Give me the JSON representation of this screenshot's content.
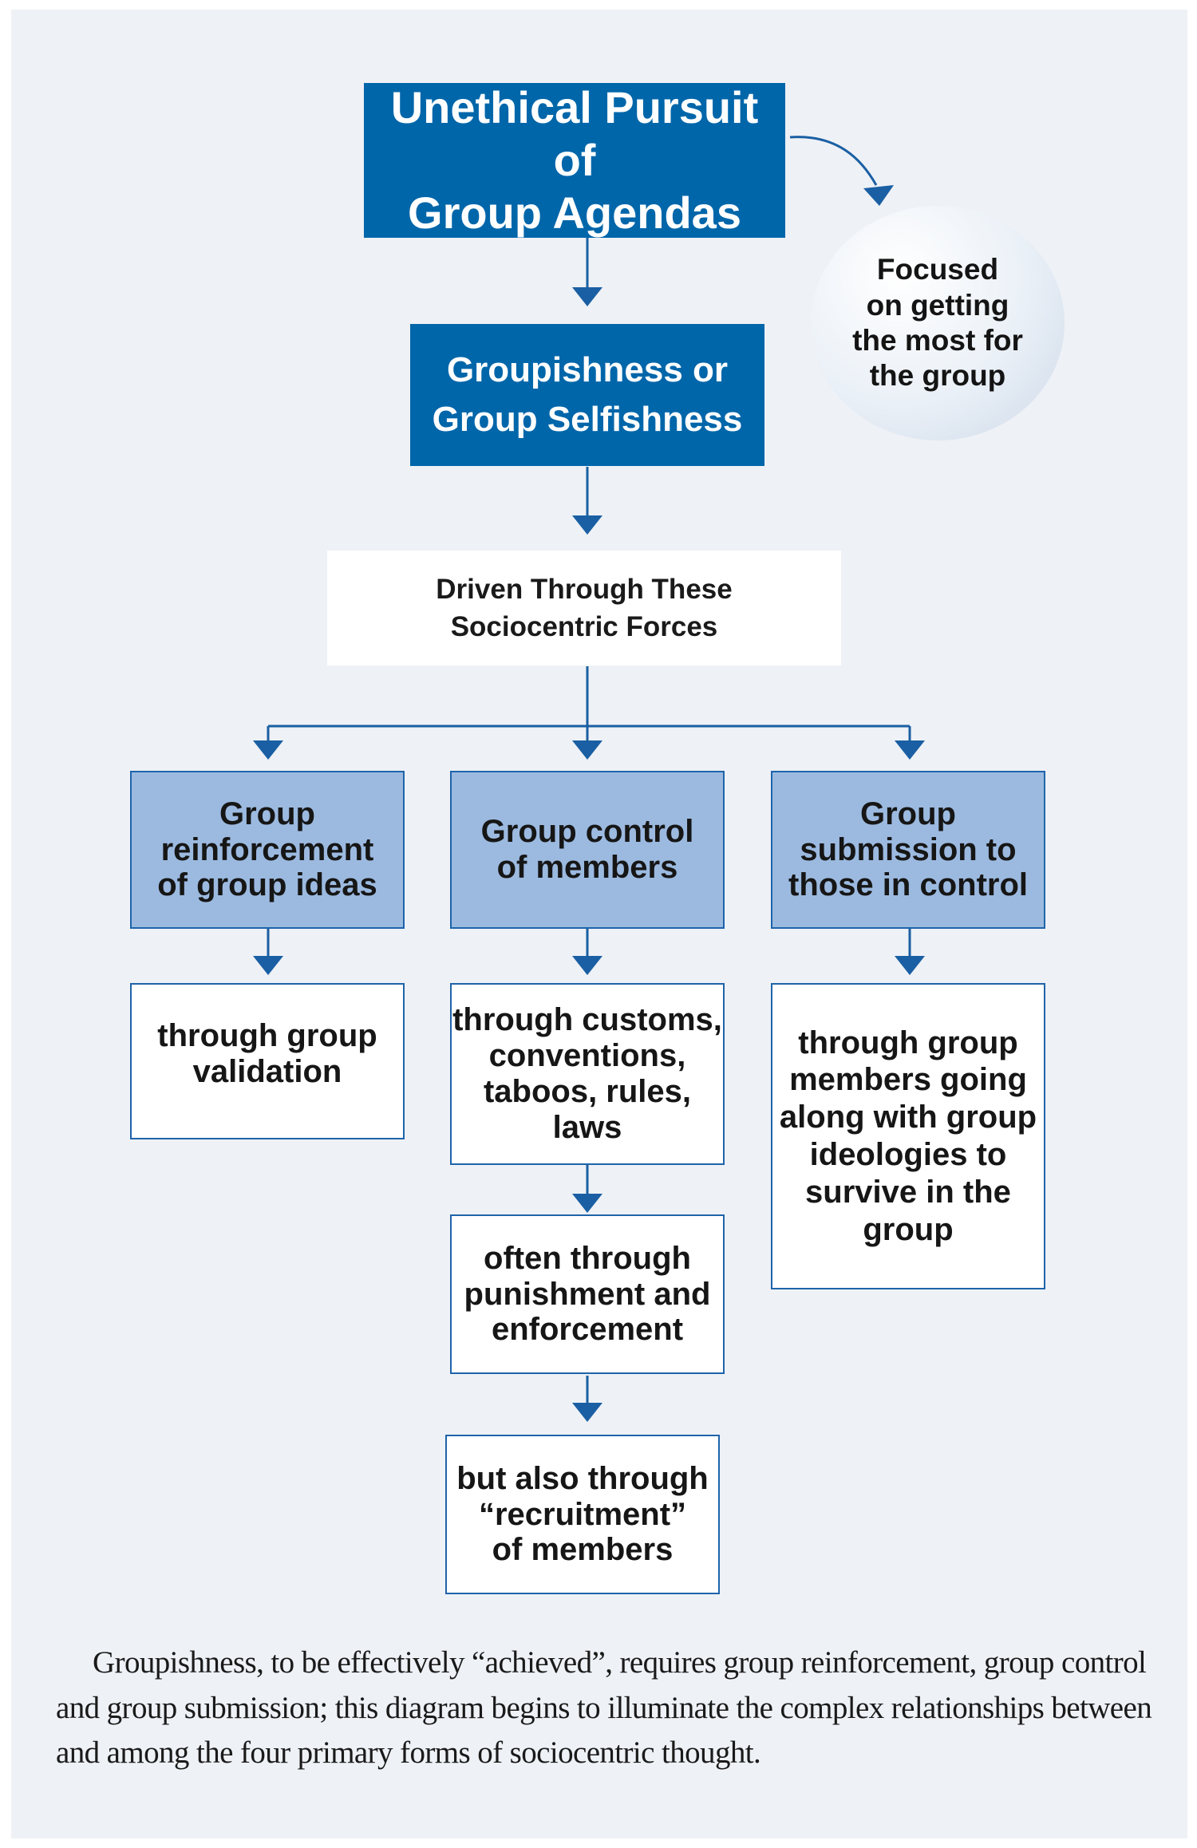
{
  "nodes": {
    "top": "Unethical Pursuit of\nGroup Agendas",
    "focused": "Focused\non getting\nthe most for\nthe group",
    "groupishness": "Groupishness or\nGroup Selfishness",
    "driven": "Driven Through These\nSociocentric Forces",
    "reinforcement": "Group\nreinforcement\nof group ideas",
    "control": "Group control\nof members",
    "submission": "Group\nsubmission to\nthose in control",
    "validation": "through group\nvalidation",
    "customs": "through customs,\nconventions,\ntaboos, rules,\nlaws",
    "punishment": "often through\npunishment and\nenforcement",
    "recruitment": "but also through\n“recruitment”\nof members",
    "going_along": "through group\nmembers going\nalong with group\nideologies to\nsurvive in the\ngroup"
  },
  "caption": "Groupishness, to be effectively “achieved”, requires group reinforcement, group control and group submission; this diagram begins to illuminate the complex relationships between and among the four primary forms of sociocentric thought.",
  "colors": {
    "dark_box": "#0066aa",
    "light_box": "#9cbae0",
    "border": "#1e64aa",
    "arrow": "#1a5fa3",
    "background": "#eef1f6"
  }
}
